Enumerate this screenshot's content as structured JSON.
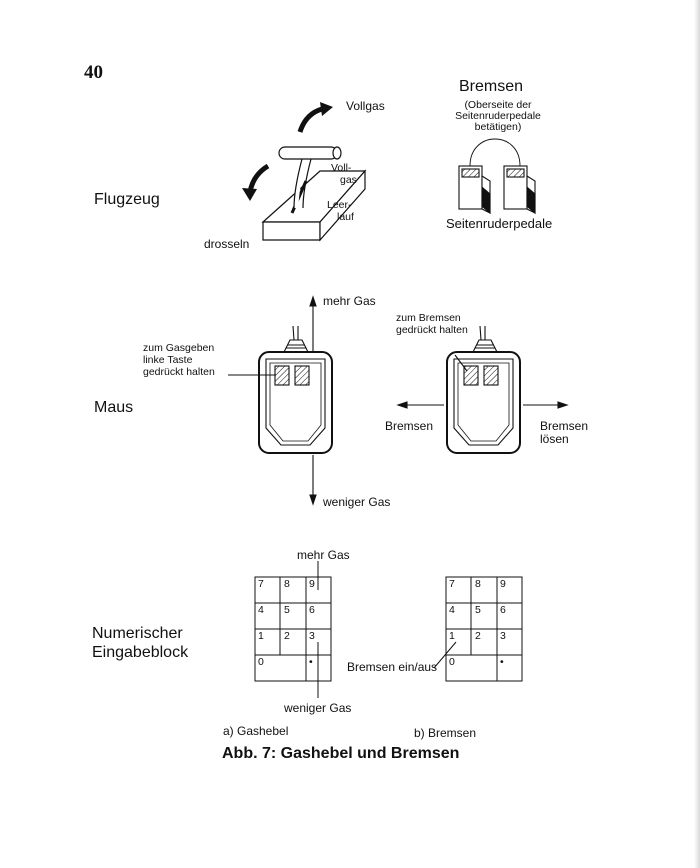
{
  "page_number": "40",
  "rows": {
    "plane": "Flugzeug",
    "mouse": "Maus",
    "numpad_line1": "Numerischer",
    "numpad_line2": "Eingabeblock"
  },
  "plane": {
    "full_throttle": "Vollgas",
    "throttle_down": "drosseln",
    "slot_full_1": "Voll-",
    "slot_full_2": "gas",
    "slot_idle_1": "Leer-",
    "slot_idle_2": "lauf",
    "brakes_title": "Bremsen",
    "brakes_note_1": "(Oberseite der",
    "brakes_note_2": "Seitenruderpedale",
    "brakes_note_3": "betätigen)",
    "pedals_label": "Seitenruderpedale"
  },
  "mouse": {
    "more_gas": "mehr Gas",
    "less_gas": "weniger Gas",
    "gas_hint_1": "zum Gasgeben",
    "gas_hint_2": "linke Taste",
    "gas_hint_3": "gedrückt halten",
    "brake_hint_1": "zum Bremsen",
    "brake_hint_2": "gedrückt halten",
    "brake_left": "Bremsen",
    "release_1": "Bremsen",
    "release_2": "lösen"
  },
  "numpad": {
    "more_gas": "mehr Gas",
    "less_gas": "weniger Gas",
    "brakes_toggle": "Bremsen ein/aus",
    "keys": [
      "7",
      "8",
      "9",
      "4",
      "5",
      "6",
      "1",
      "2",
      "3",
      "0",
      "•"
    ]
  },
  "subcaptions": {
    "a": "a) Gashebel",
    "b": "b) Bremsen"
  },
  "caption": "Abb. 7: Gashebel und Bremsen"
}
